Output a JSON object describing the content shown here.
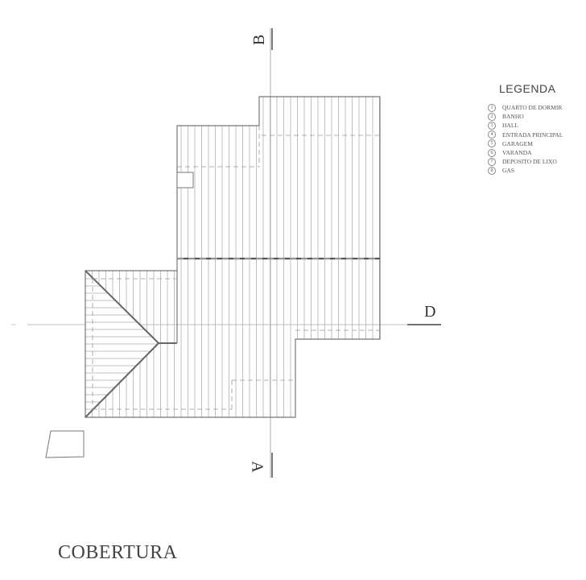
{
  "drawing": {
    "title": "COBERTURA",
    "section_markers": {
      "top": "B",
      "bottom": "A",
      "right": "D"
    }
  },
  "legend": {
    "title": "LEGENDA",
    "items": [
      {
        "number": "1",
        "label": "QUARTO DE DORMIR"
      },
      {
        "number": "2",
        "label": "BANHO"
      },
      {
        "number": "3",
        "label": "HALL"
      },
      {
        "number": "4",
        "label": "ENTRADA PRINCIPAL"
      },
      {
        "number": "5",
        "label": "GARAGEM"
      },
      {
        "number": "6",
        "label": "VARANDA"
      },
      {
        "number": "7",
        "label": "DEPOSITO  DE  LIXO"
      },
      {
        "number": "8",
        "label": "GAS"
      }
    ]
  },
  "colors": {
    "line": "#8a8a8a",
    "line_dark": "#555555",
    "text": "#444444",
    "background": "#ffffff"
  }
}
